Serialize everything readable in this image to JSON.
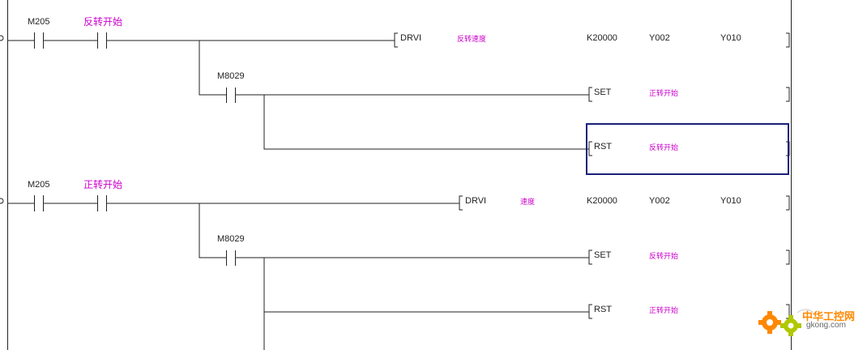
{
  "rungs": [
    {
      "contacts": [
        {
          "device": "M205",
          "comment": ""
        },
        {
          "device": "",
          "comment": "反转开始"
        }
      ],
      "main_instruction": {
        "op": "DRVI",
        "comment": "反转速度",
        "args": [
          "K20000",
          "Y002",
          "Y010"
        ]
      },
      "branch_contact": {
        "device": "M8029"
      },
      "outputs": [
        {
          "op": "SET",
          "comment": "正转开始"
        },
        {
          "op": "RST",
          "comment": "反转开始"
        }
      ]
    },
    {
      "contacts": [
        {
          "device": "M205",
          "comment": ""
        },
        {
          "device": "",
          "comment": "正转开始"
        }
      ],
      "main_instruction": {
        "op": "DRVI",
        "comment": "速度",
        "args": [
          "K20000",
          "Y002",
          "Y010"
        ]
      },
      "branch_contact": {
        "device": "M8029"
      },
      "outputs": [
        {
          "op": "SET",
          "comment": "反转开始"
        },
        {
          "op": "RST",
          "comment": "正转开始"
        }
      ]
    }
  ],
  "watermark": {
    "title": "中华工控网",
    "url": "gkong.com"
  },
  "colors": {
    "line": "#222222",
    "comment": "#cc00cc",
    "cursor": "#1a1f7a",
    "logo": "#ff8800"
  }
}
